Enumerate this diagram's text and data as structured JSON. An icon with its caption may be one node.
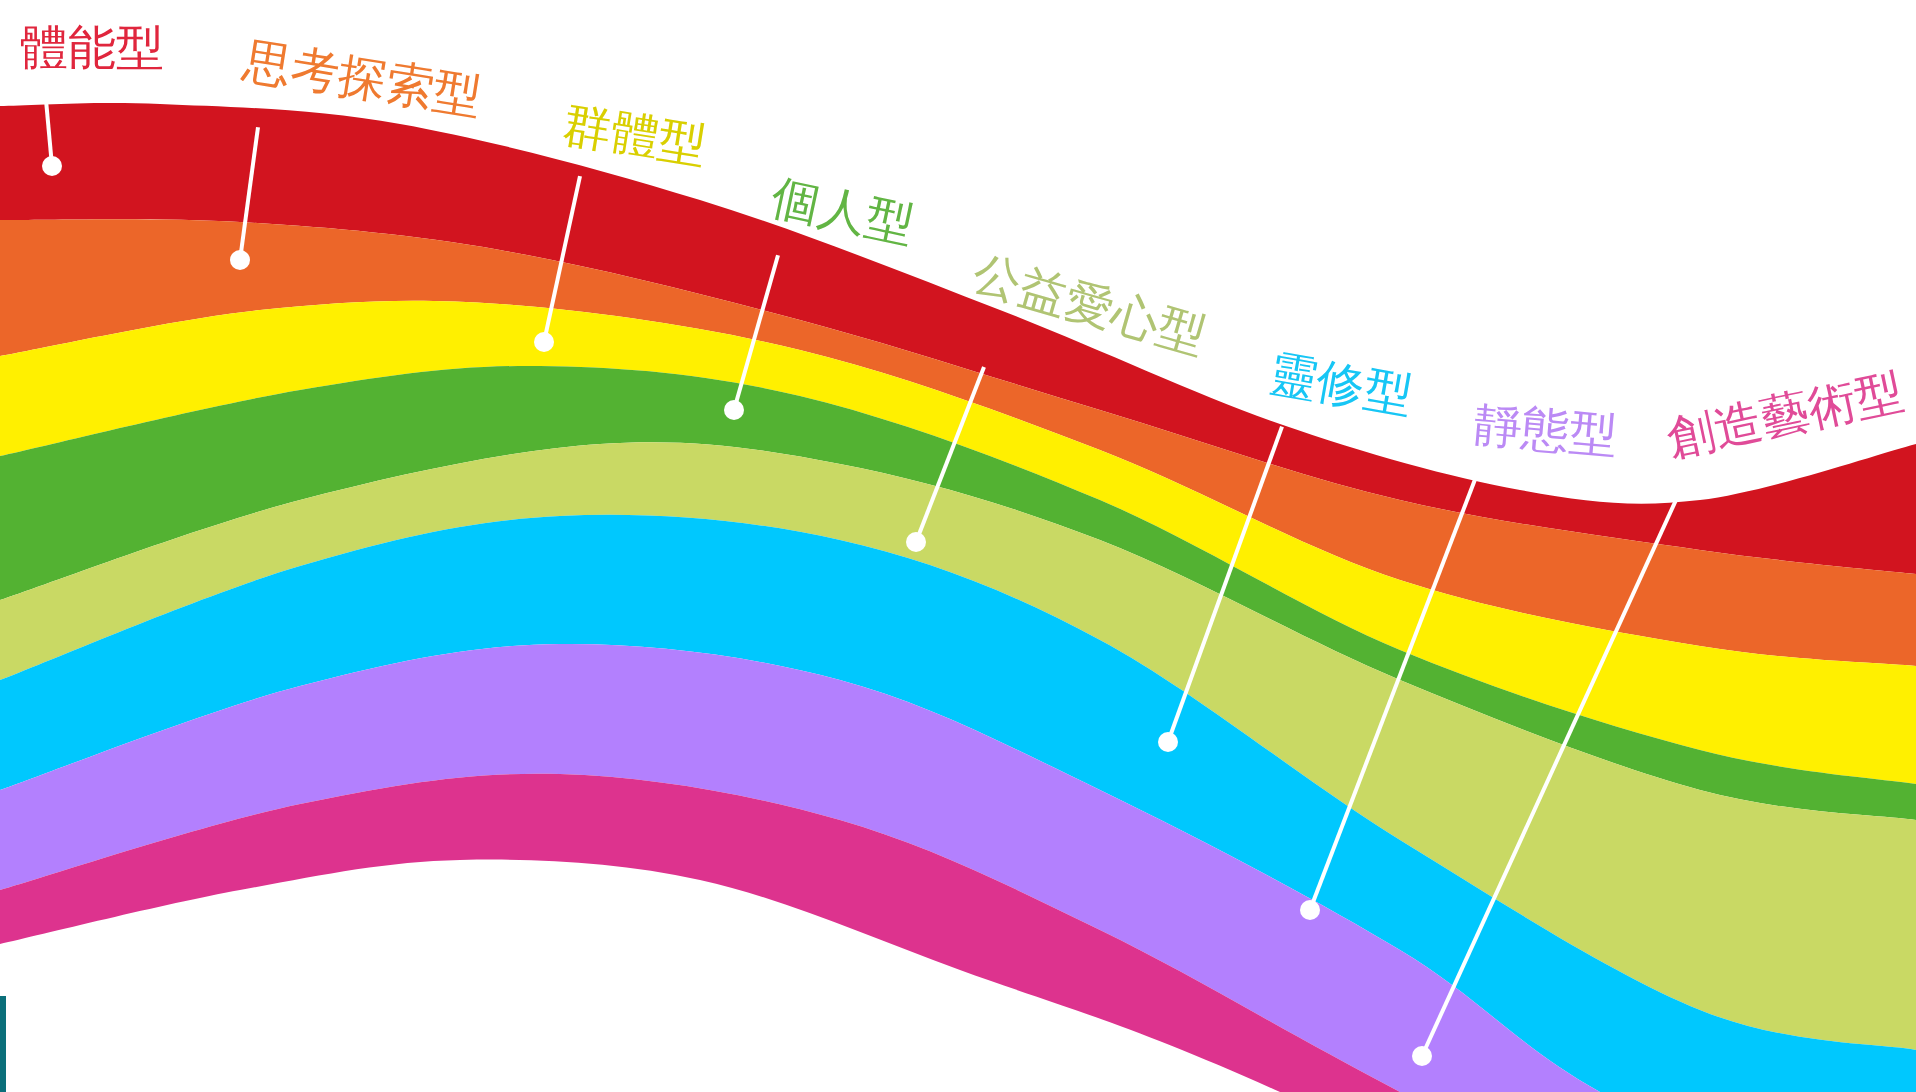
{
  "diagram": {
    "nodes": [
      {
        "text": [
          "體能型"
        ]
      },
      {
        "text": [
          "思考探索型"
        ]
      },
      {
        "text": [
          "群體型"
        ]
      },
      {
        "text": [
          "個人型"
        ]
      },
      {
        "text": [
          "公益愛心型"
        ]
      },
      {
        "text": [
          "靈修型"
        ]
      },
      {
        "text": [
          "靜態型"
        ]
      },
      {
        "text": [
          "創造藝術型"
        ]
      },
      {
        "text": [],
        "shape": "band"
      },
      {
        "text": [],
        "shape": "band"
      },
      {
        "text": [],
        "shape": "band"
      },
      {
        "text": [],
        "shape": "band"
      },
      {
        "text": [],
        "shape": "band"
      },
      {
        "text": [],
        "shape": "band"
      },
      {
        "text": [],
        "shape": "band"
      },
      {
        "text": [],
        "shape": "band"
      }
    ],
    "edges": [
      {
        "from": 0,
        "to": 8,
        "arrow": "other"
      },
      {
        "from": 1,
        "to": 9,
        "arrow": "other"
      },
      {
        "from": 2,
        "to": 10,
        "arrow": "other"
      },
      {
        "from": 3,
        "to": 11,
        "arrow": "other"
      },
      {
        "from": 4,
        "to": 12,
        "arrow": "other"
      },
      {
        "from": 5,
        "to": 13,
        "arrow": "other"
      },
      {
        "from": 6,
        "to": 14,
        "arrow": "other"
      },
      {
        "from": 7,
        "to": 15,
        "arrow": "other"
      }
    ]
  }
}
